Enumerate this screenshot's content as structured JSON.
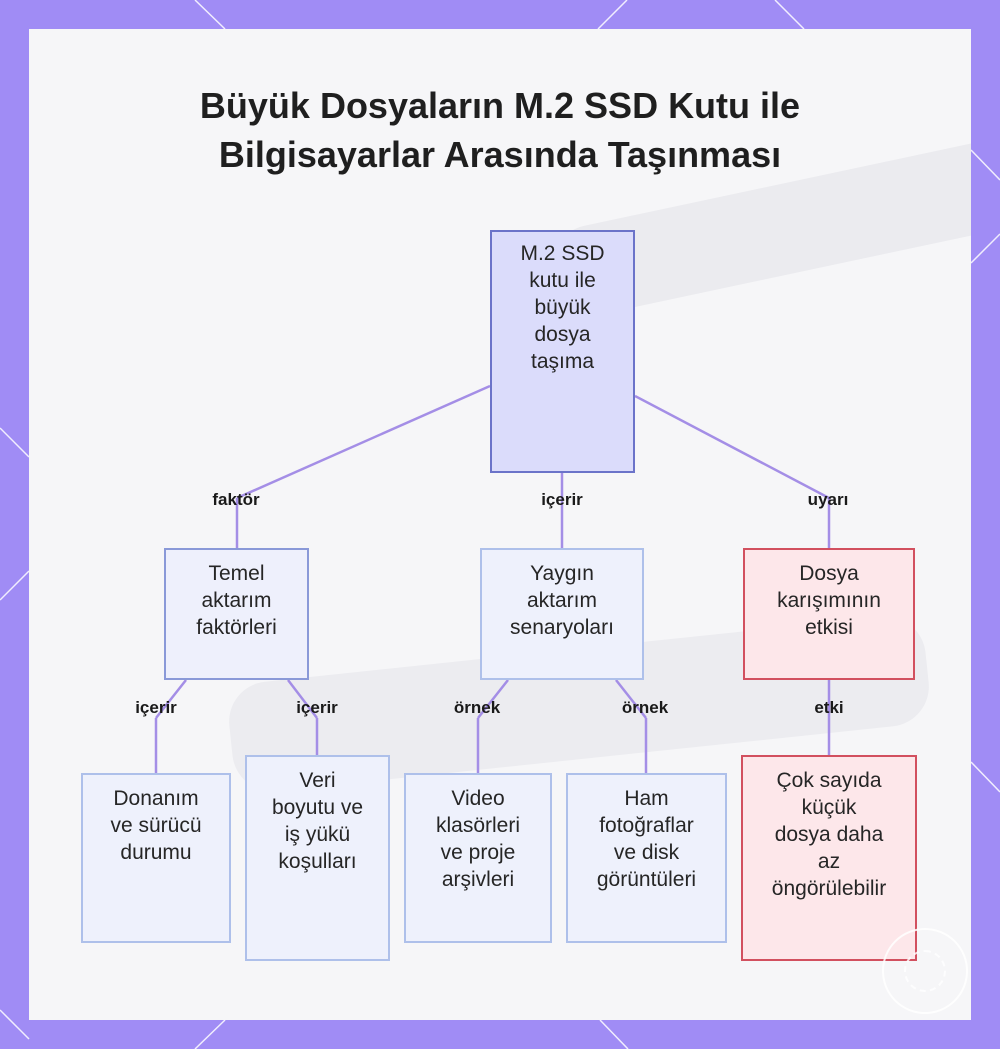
{
  "title": {
    "line1": "Büyük Dosyaların M.2 SSD Kutu ile",
    "line2": "Bilgisayarlar Arasında Taşınması"
  },
  "nodes": {
    "root": "M.2 SSD\nkutu ile\nbüyük\ndosya\ntaşıma",
    "factors": "Temel\naktarım\nfaktörleri",
    "scenarios": "Yaygın\naktarım\nsenaryoları",
    "mixing": "Dosya\nkarışımının\netkisi",
    "hardware": "Donanım\nve sürücü\ndurumu",
    "datasize": "Veri\nboyutu ve\niş yükü\nkoşulları",
    "video": "Video\nklasörleri\nve proje\narşivleri",
    "raw": "Ham\nfotoğraflar\nve disk\ngörüntüleri",
    "smallfiles": "Çok sayıda\nküçük\ndosya daha\naz\nöngörülebilir"
  },
  "edge_labels": {
    "root_factors": "faktör",
    "root_scenarios": "içerir",
    "root_mixing": "uyarı",
    "factors_hardware": "içerir",
    "factors_datasize": "içerir",
    "scenarios_video": "örnek",
    "scenarios_raw": "örnek",
    "mixing_smallfiles": "etki"
  },
  "colors": {
    "frame": "#a08cf5",
    "edge": "#a48ee6",
    "root_fill": "#dbdcfb",
    "warning_border": "#d2505f"
  }
}
